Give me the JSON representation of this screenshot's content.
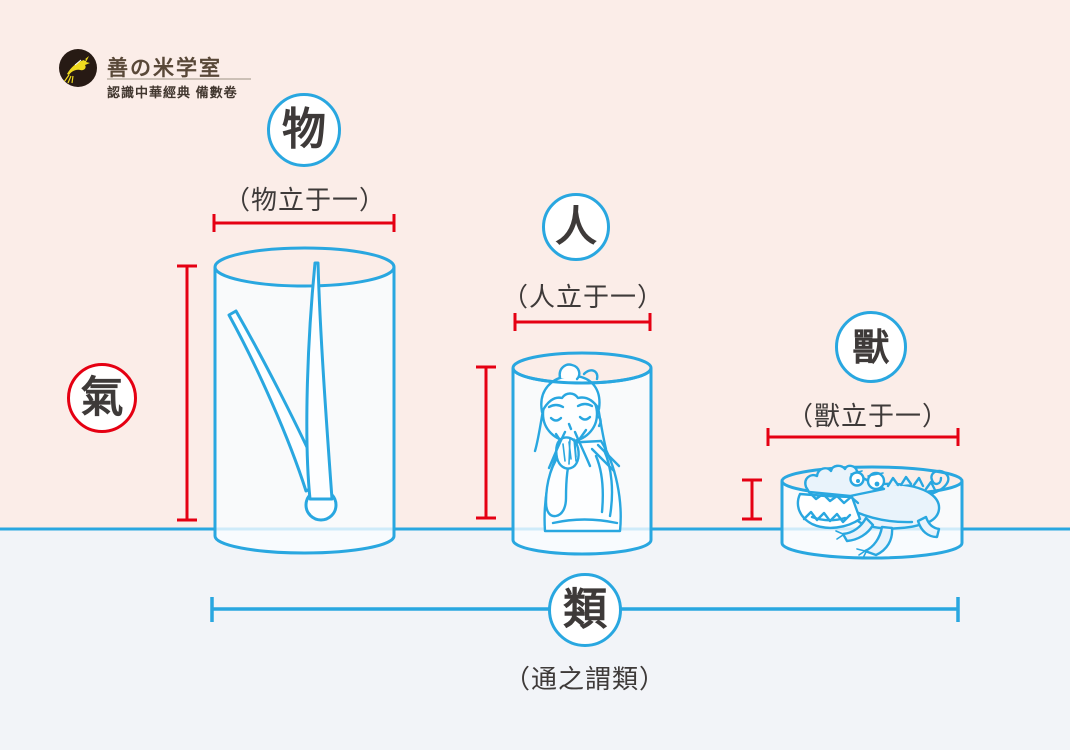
{
  "colors": {
    "blue": "#29A7E0",
    "red": "#E50012",
    "ink": "#3E3A39",
    "bg-top": "#FBEDE8",
    "bg-bottom": "#F2F4F8",
    "glass": "rgba(249,252,255,0.8)",
    "paper": "#FDFEFF",
    "croc-fill": "#E9F3FB",
    "logo-bg": "#271A14",
    "logo-brown": "#594838",
    "logo-dark": "#42372F",
    "bird-yellow": "#F0DB1F"
  },
  "logo": {
    "title": "善の米学室",
    "subtitle": "認識中華經典 備數卷"
  },
  "diagram": {
    "thing": {
      "char": "物",
      "label": "（物立于一）"
    },
    "person": {
      "char": "人",
      "label": "（人立于一）"
    },
    "beast": {
      "char": "獸",
      "label": "（獸立于一）"
    },
    "qi": {
      "char": "氣"
    },
    "category": {
      "char": "類",
      "label": "（通之謂類）"
    }
  }
}
